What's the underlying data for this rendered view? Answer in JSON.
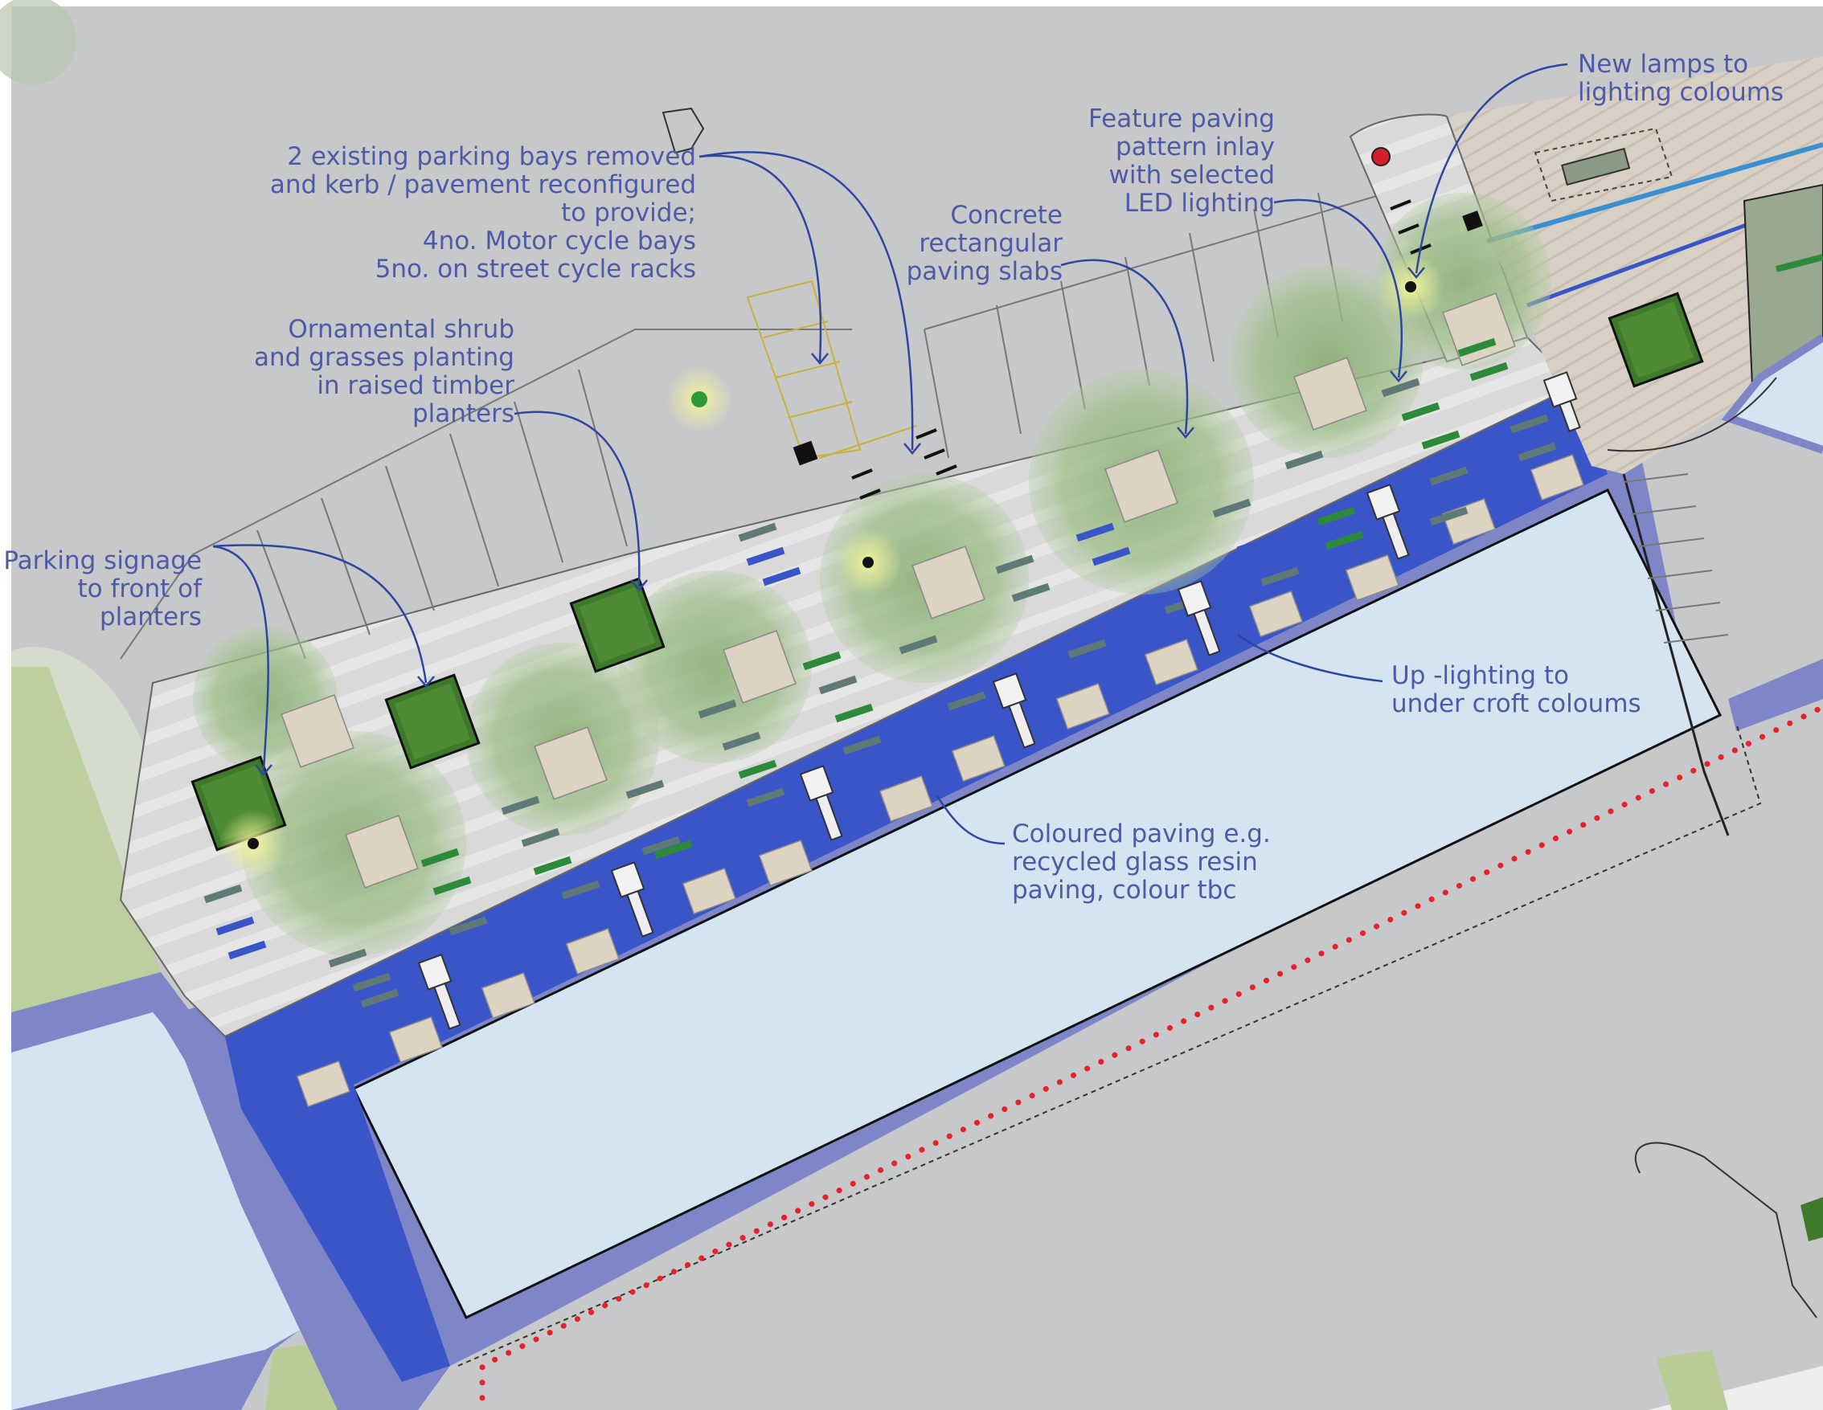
{
  "colors": {
    "background": "#c7c8ca",
    "blue_paving": "#3a55c8",
    "lavender_border": "#7f86c8",
    "light_blue_area": "#d4e4f0",
    "planter_green": "#3e7a2a",
    "tree_green": "#8fb37a",
    "callout_text": "#4f5aa6",
    "leader_line": "#2f45a0",
    "red_dots": "#e8202a"
  },
  "callouts": {
    "parking_bays": [
      "2 existing parking bays removed",
      "and kerb / pavement reconfigured",
      "to provide;",
      "4no. Motor cycle bays",
      "5no. on street cycle racks"
    ],
    "new_lamps": [
      "New lamps to",
      "lighting coloums"
    ],
    "feature_paving": [
      "Feature paving",
      "pattern inlay",
      "with selected",
      "LED lighting"
    ],
    "concrete_slabs": [
      "Concrete",
      "rectangular",
      "paving slabs"
    ],
    "ornamental": [
      "Ornamental shrub",
      "and grasses planting",
      "in raised timber",
      "planters"
    ],
    "signage": [
      "Parking signage",
      "to front of",
      "planters"
    ],
    "uplighting": [
      "Up -lighting to",
      "under croft coloums"
    ],
    "coloured_paving": [
      "Coloured paving e.g.",
      "recycled glass resin",
      "paving, colour tbc"
    ]
  }
}
